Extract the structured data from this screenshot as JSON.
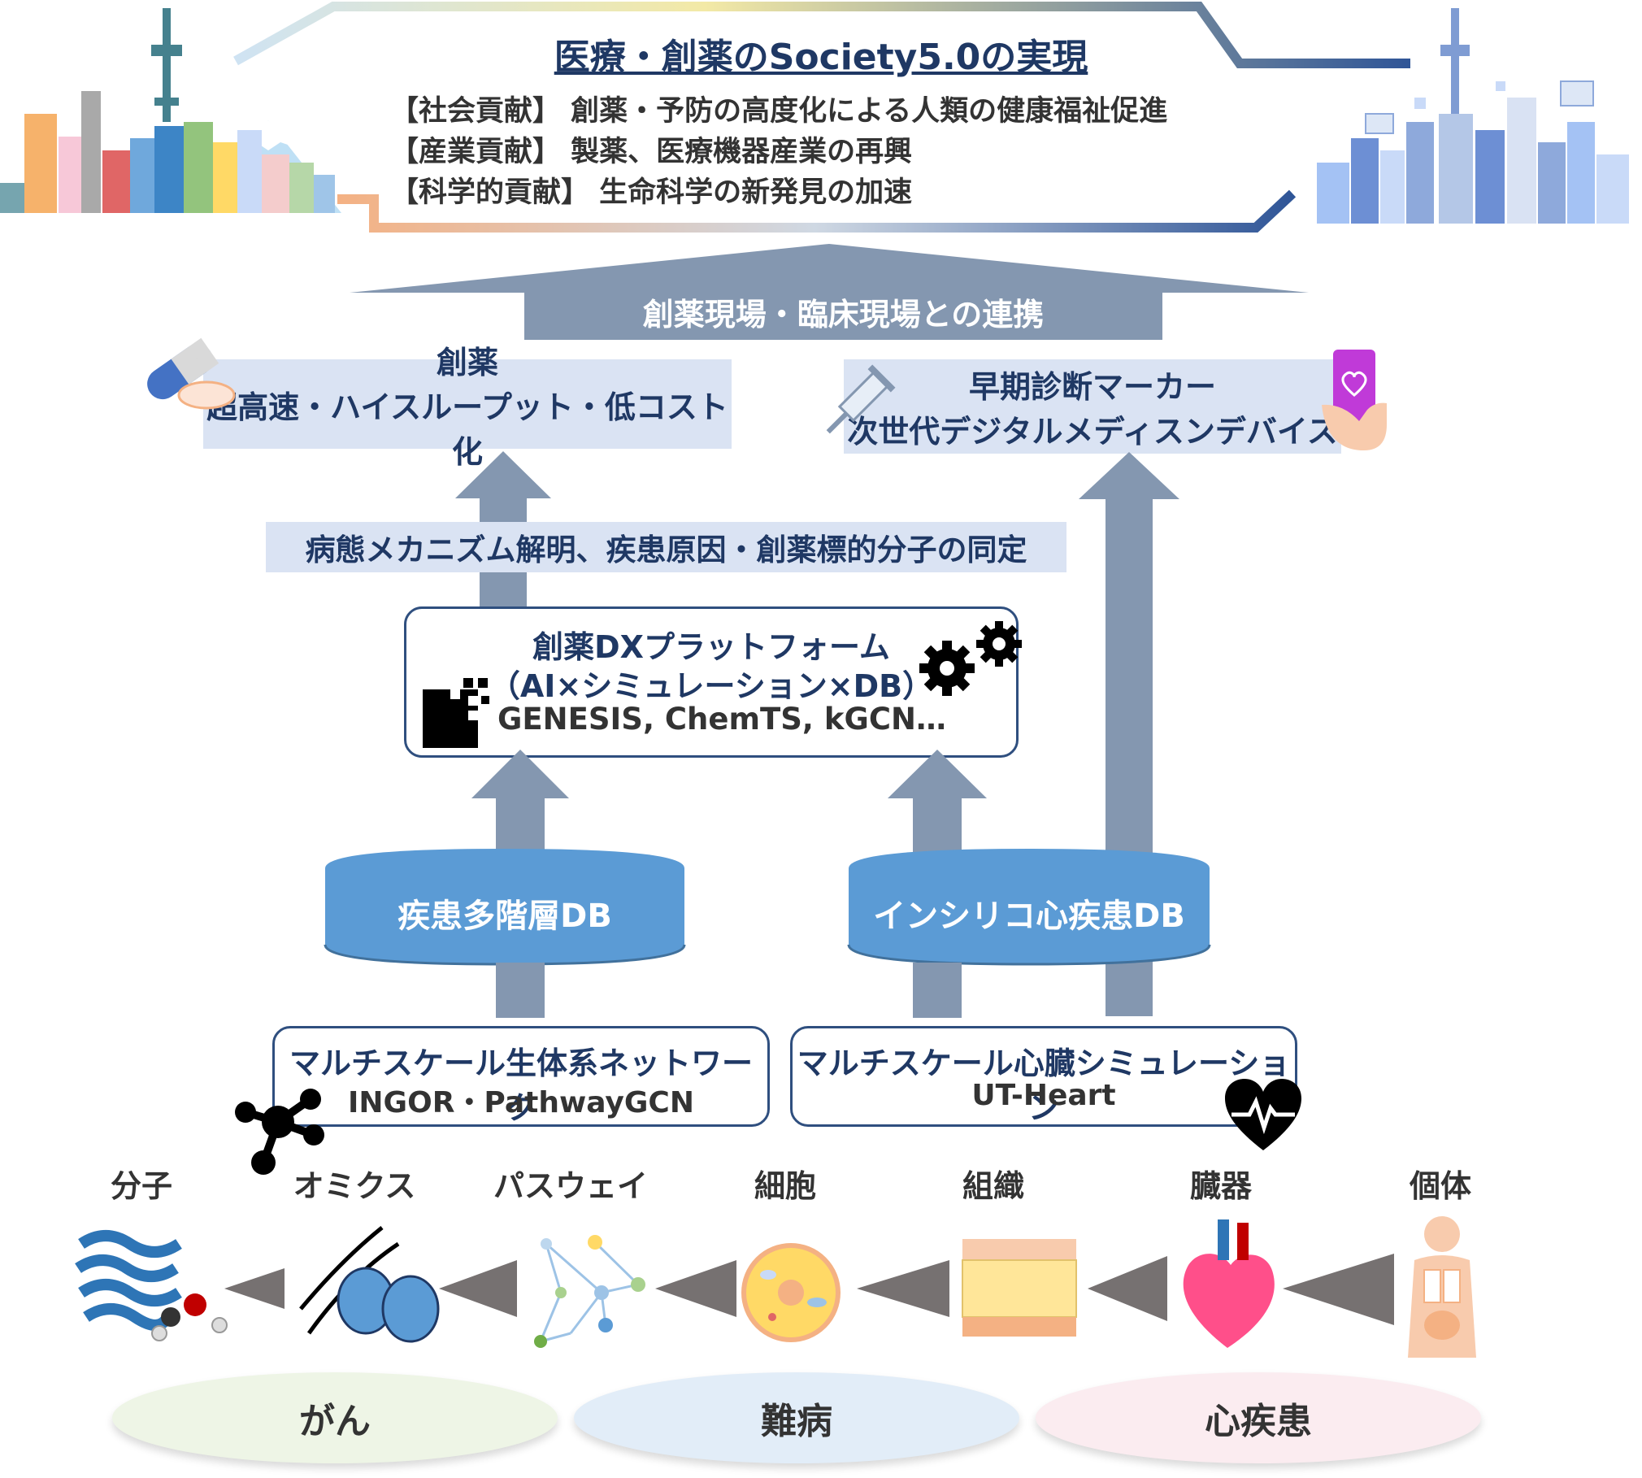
{
  "top_banner": {
    "title": "医療・創薬のSociety5.0の実現",
    "lines": [
      "【社会貢献】 創薬・予防の高度化による人類の健康福祉促進",
      "【産業貢献】 製薬、医療機器産業の再興",
      "【科学的貢献】 生命科学の新発見の加速"
    ]
  },
  "collaboration_label": "創薬現場・臨床現場との連携",
  "drug_box": {
    "line1": "創薬",
    "line2": "超高速・ハイスループット・低コスト化"
  },
  "diagnosis_box": {
    "line1": "早期診断マーカー",
    "line2": "次世代デジタルメディスンデバイス"
  },
  "mechanism_label": "病態メカニズム解明、疾患原因・創薬標的分子の同定",
  "platform": {
    "line1": "創薬DXプラットフォーム",
    "line2": "（AI×シミュレーション×DB）",
    "line3": "GENESIS,  ChemTS, kGCN…"
  },
  "databases": {
    "left": "疾患多階層DB",
    "right": "インシリコ心疾患DB"
  },
  "network_box": {
    "line1": "マルチスケール生体系ネットワーク",
    "line2": "INGOR・PathwayGCN"
  },
  "heart_sim_box": {
    "line1": "マルチスケール心臓シミュレーション",
    "line2": "UT-Heart"
  },
  "scale_labels": [
    "分子",
    "オミクス",
    "パスウェイ",
    "細胞",
    "組織",
    "臓器",
    "個体"
  ],
  "diseases": [
    "がん",
    "難病",
    "心疾患"
  ],
  "colors": {
    "arrow": "#8497b0",
    "light_box": "#dae3f3",
    "db_blue": "#5b9bd5",
    "dark_text": "#1f3864",
    "scale_arrow": "#767171"
  }
}
